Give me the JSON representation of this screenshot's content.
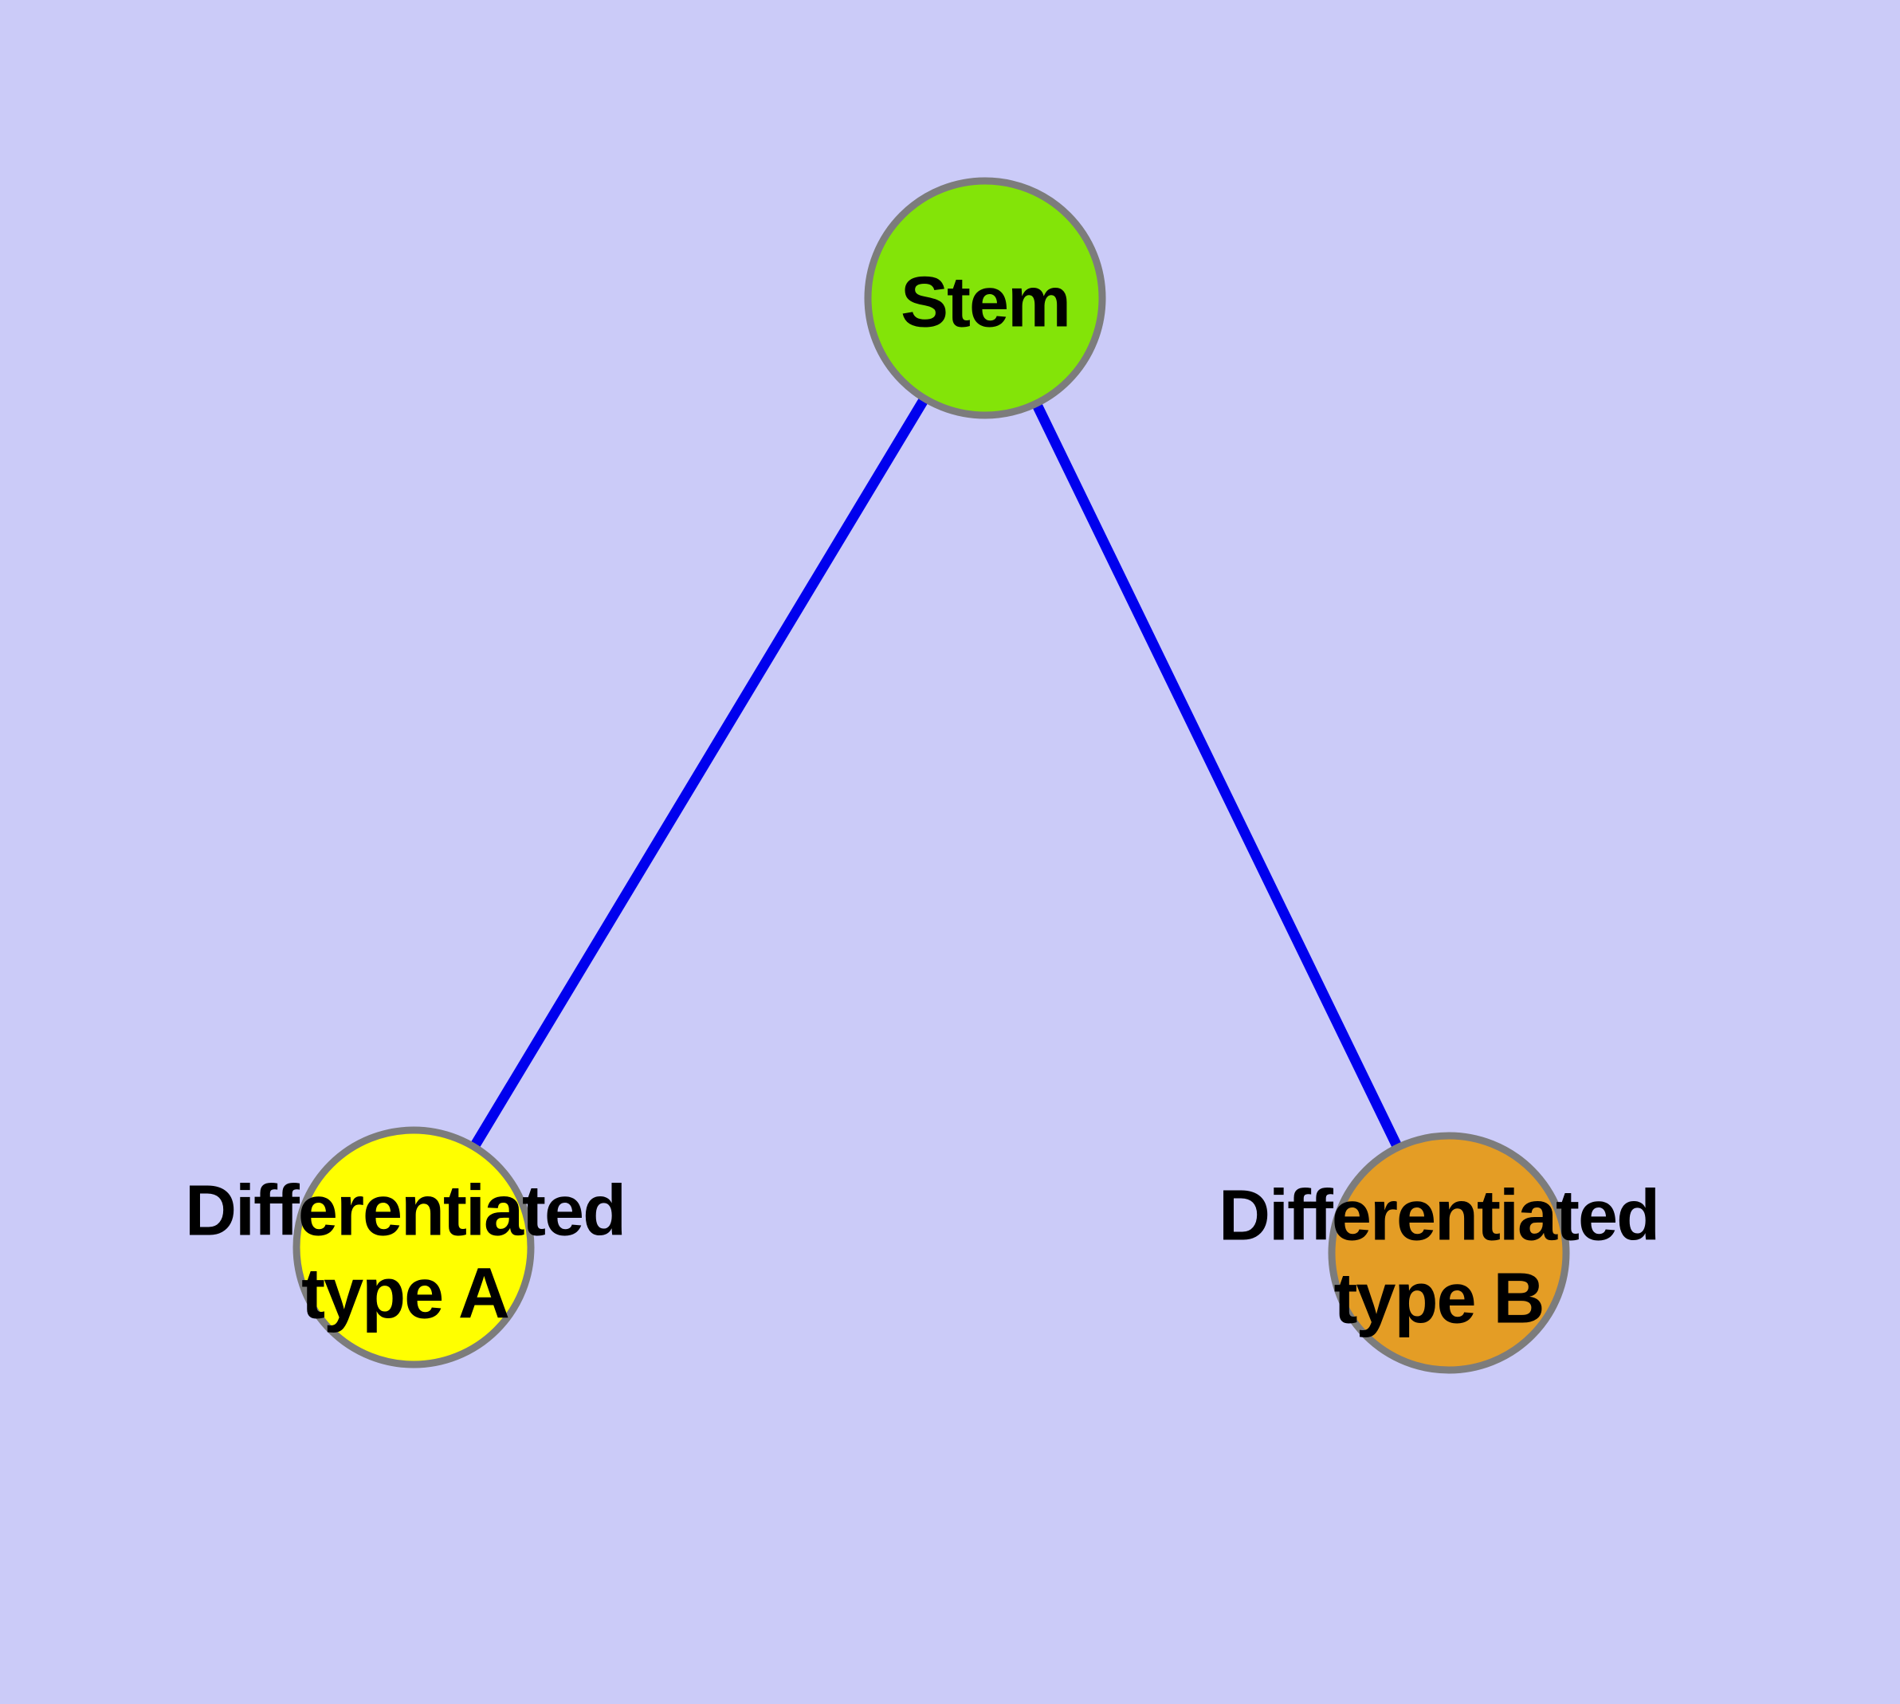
{
  "diagram": {
    "type": "node-link-graph",
    "background_color": "#CBCBF8",
    "edge_color": "#0000EE",
    "node_border_color": "#7C7C7C",
    "nodes": {
      "stem": {
        "id": "stem",
        "label": "Stem",
        "color": "#83E408"
      },
      "type_a": {
        "id": "type_a",
        "label": "Differentiated\ntype A",
        "color": "#FFFF00"
      },
      "type_b": {
        "id": "type_b",
        "label": "Differentiated\ntype B",
        "color": "#E49D25"
      }
    },
    "edges": [
      {
        "from": "stem",
        "to": "type_a"
      },
      {
        "from": "stem",
        "to": "type_b"
      }
    ]
  }
}
